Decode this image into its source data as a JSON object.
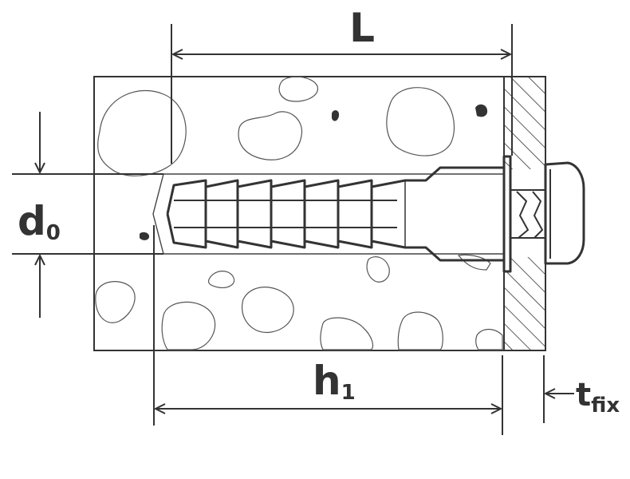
{
  "labels": {
    "length": {
      "main": "L"
    },
    "drill_diameter": {
      "main": "d",
      "sub": "0"
    },
    "drill_depth": {
      "main": "h",
      "sub": "1"
    },
    "fixture_thickness": {
      "main": "t",
      "sub": "fix"
    }
  },
  "colors": {
    "ink": "#333333",
    "background": "#ffffff"
  }
}
